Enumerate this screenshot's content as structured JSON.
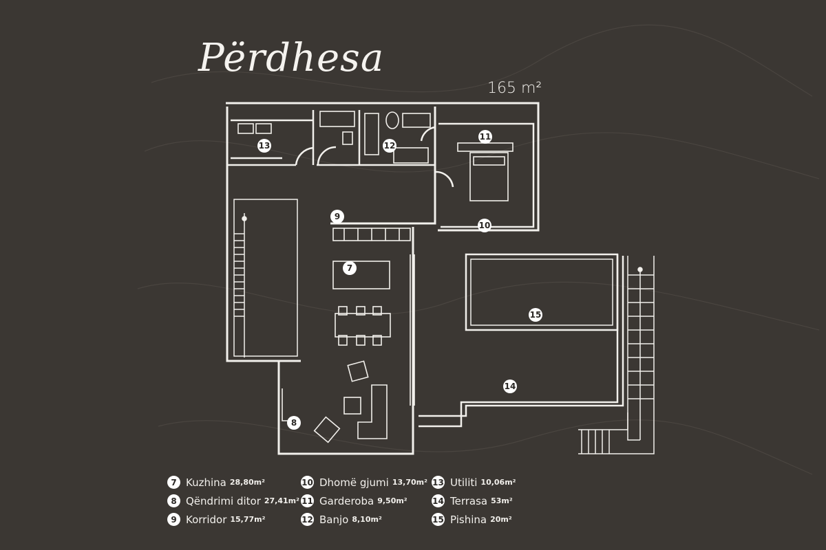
{
  "title": "Përdhesa",
  "total_area": "165 m²",
  "rooms": [
    {
      "num": "7",
      "name": "Kuzhina",
      "area": "28,80m²"
    },
    {
      "num": "8",
      "name": "Qëndrimi ditor",
      "area": "27,41m²"
    },
    {
      "num": "9",
      "name": "Korridor",
      "area": "15,77m²"
    },
    {
      "num": "10",
      "name": "Dhomë gjumi",
      "area": "13,70m²"
    },
    {
      "num": "11",
      "name": "Garderoba",
      "area": "9,50m²"
    },
    {
      "num": "12",
      "name": "Banjo",
      "area": "8,10m²"
    },
    {
      "num": "13",
      "name": "Utiliti",
      "area": "10,06m²"
    },
    {
      "num": "14",
      "name": "Terrasa",
      "area": "53m²"
    },
    {
      "num": "15",
      "name": "Pishina",
      "area": "20m²"
    }
  ]
}
